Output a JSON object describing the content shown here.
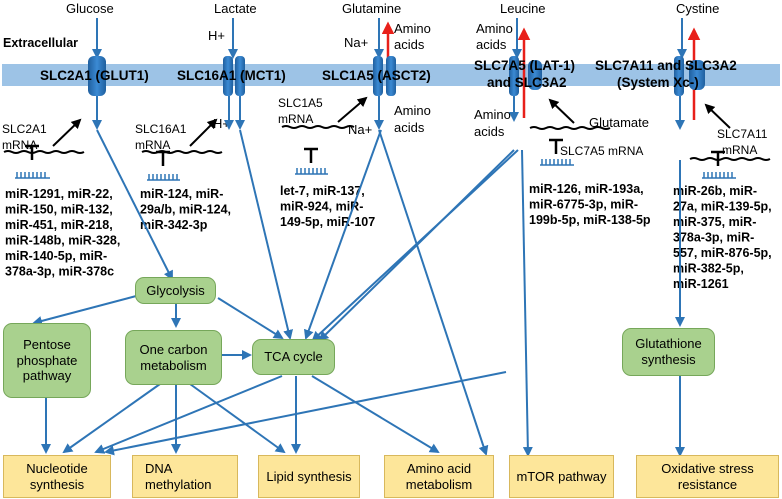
{
  "top": {
    "extracellular": "Extracellular",
    "glucose": "Glucose",
    "lactate": "Lactate",
    "glutamine": "Glutamine",
    "leucine": "Leucine",
    "cystine": "Cystine",
    "h_plus": "H+",
    "na_plus": "Na+",
    "amino_acids_line1": "Amino",
    "amino_acids_line2": "acids"
  },
  "transporters": {
    "glut1": "SLC2A1 (GLUT1)",
    "mct1": "SLC16A1 (MCT1)",
    "asct2": "SLC1A5 (ASCT2)",
    "lat1_line1": "SLC7A5 (LAT-1)",
    "lat1_line2": "and SLC3A2",
    "xc_line1": "SLC7A11 and SLC3A2",
    "xc_line2": "(System Xc-)"
  },
  "mrna": {
    "slc2a1_1": "SLC2A1",
    "slc2a1_2": "mRNA",
    "slc16a1_1": "SLC16A1",
    "slc16a1_2": "mRNA",
    "slc1a5_1": "SLC1A5",
    "slc1a5_2": "mRNA",
    "slc7a5": "SLC7A5 mRNA",
    "slc7a11_1": "SLC7A11",
    "slc7a11_2": "mRNA",
    "glutamate": "Glutamate",
    "h_plus_in": "H+",
    "na_plus_in": "Na+"
  },
  "mirnas": {
    "glut1": [
      "miR-1291, miR-22,",
      "miR-150, miR-132,",
      "miR-451, miR-218,",
      "miR-148b, miR-328,",
      "miR-140-5p, miR-",
      "378a-3p, miR-378c"
    ],
    "mct1": [
      "miR-124, miR-",
      "29a/b, miR-124,",
      "miR-342-3p"
    ],
    "asct2": [
      "let-7, miR-137,",
      "miR-924, miR-",
      "149-5p, miR-107"
    ],
    "lat1": [
      "miR-126, miR-193a,",
      "miR-6775-3p, miR-",
      "199b-5p, miR-138-5p"
    ],
    "xc": [
      "miR-26b, miR-",
      "27a, miR-139-5p,",
      "miR-375, miR-",
      "378a-3p, miR-",
      "557, miR-876-5p,",
      "miR-382-5p,",
      "miR-1261"
    ]
  },
  "processes": {
    "glycolysis": "Glycolysis",
    "ppp": "Pentose\nphosphate\npathway",
    "one_carbon": "One carbon\nmetabolism",
    "tca": "TCA cycle",
    "glutathione": "Glutathione\nsynthesis"
  },
  "outputs": {
    "nucleotide": "Nucleotide\nsynthesis",
    "dna": "DNA\nmethylation",
    "lipid": "Lipid synthesis",
    "amino": "Amino acid\nmetabolism",
    "mtor": "mTOR pathway",
    "oxidative": "Oxidative stress\nresistance"
  },
  "colors": {
    "membrane": "#9dc3e6",
    "transporter": "#2e75b6",
    "arrow_blue": "#2e75b6",
    "arrow_red": "#e8201a",
    "process_fill": "#a9d18e",
    "output_fill": "#fde69a"
  }
}
